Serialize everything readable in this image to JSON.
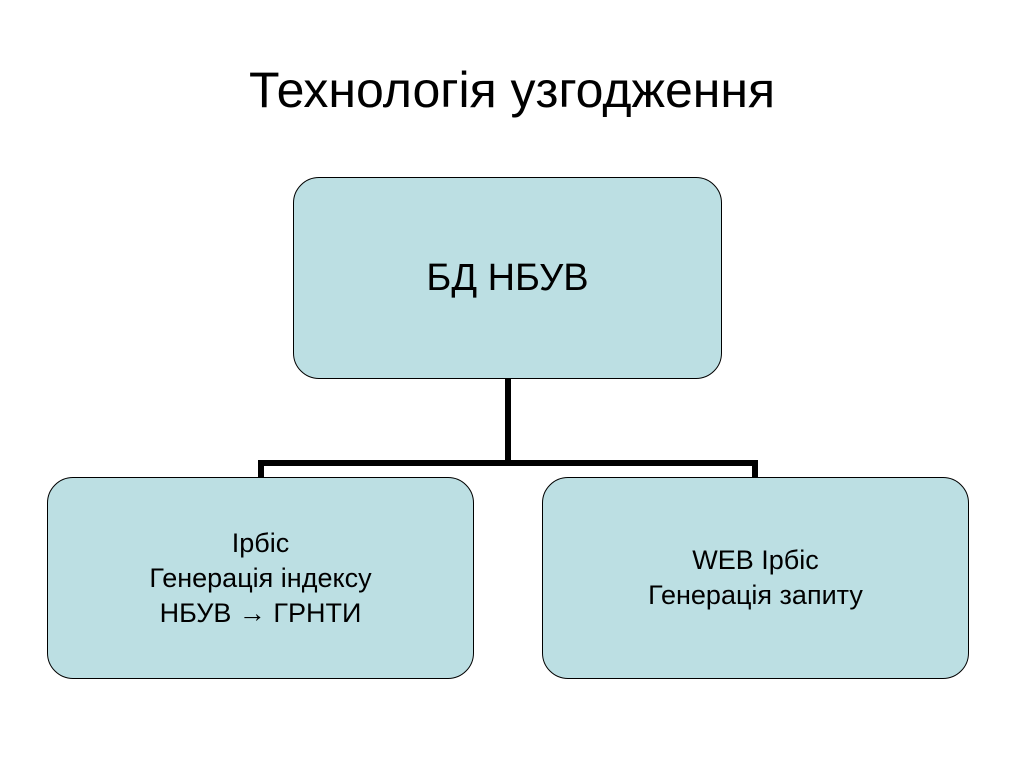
{
  "slide": {
    "title": "Технологія узгодження"
  },
  "diagram": {
    "fill_color": "#bcdfe3",
    "border_color": "#000000",
    "connector_color": "#000000",
    "root": {
      "label": "БД НБУВ"
    },
    "children": [
      {
        "lines": [
          "Ірбіс",
          "Генерація індексу",
          "НБУВ → ГРНТИ"
        ]
      },
      {
        "lines": [
          "WEB Ірбіс",
          "Генерація запиту"
        ]
      }
    ]
  }
}
